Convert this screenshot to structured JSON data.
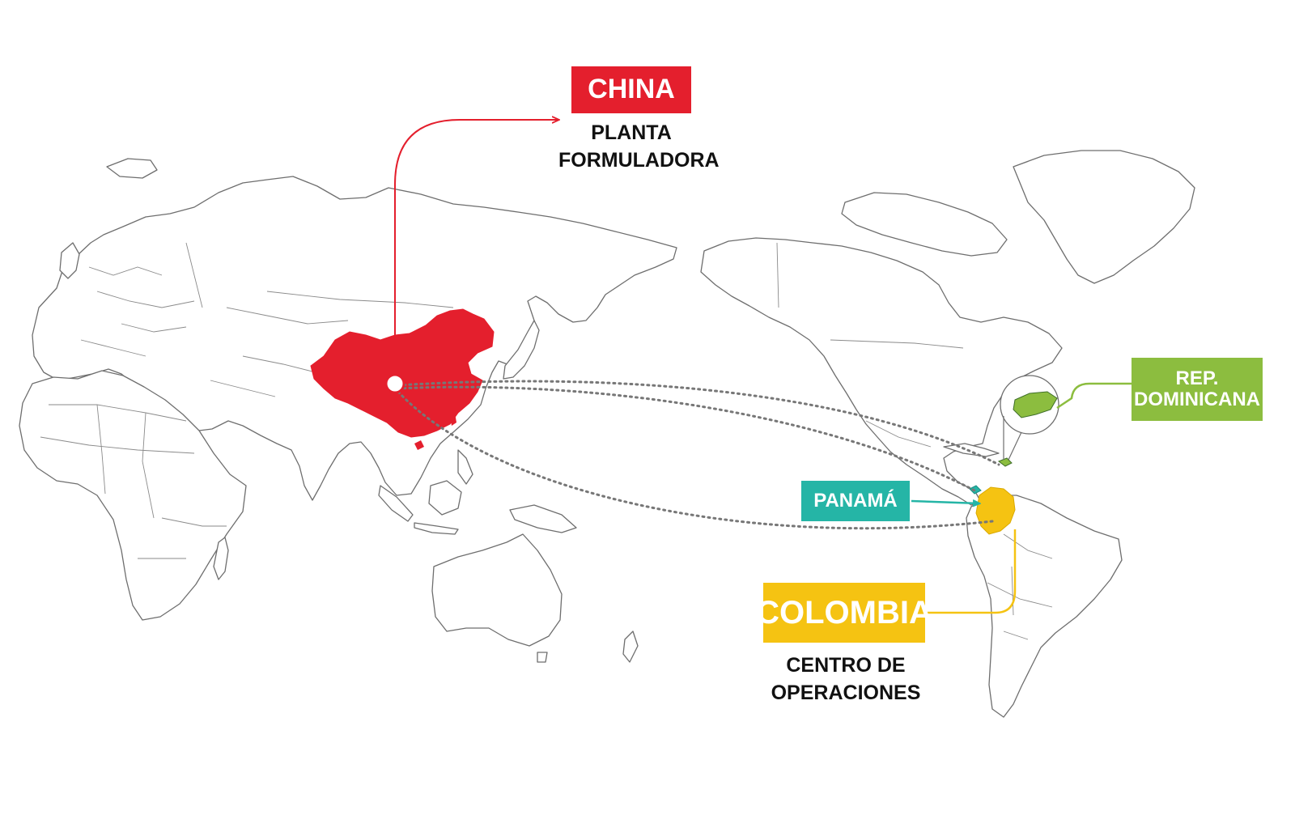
{
  "colors": {
    "china": "#e41f2d",
    "dominican_republic": "#8cbd3f",
    "panama": "#25b5a6",
    "colombia": "#f5c312",
    "land_outline": "#6e6e6e",
    "route": "#777777"
  },
  "labels": {
    "china": {
      "title": "CHINA",
      "subtitle": [
        "PLANTA",
        "FORMULADORA"
      ]
    },
    "dominican_republic": {
      "title": [
        "REP.",
        "DOMINICANA"
      ]
    },
    "panama": {
      "title": "PANAMÁ"
    },
    "colombia": {
      "title": "COLOMBIA",
      "subtitle": [
        "CENTRO DE",
        "OPERACIONES"
      ]
    }
  }
}
